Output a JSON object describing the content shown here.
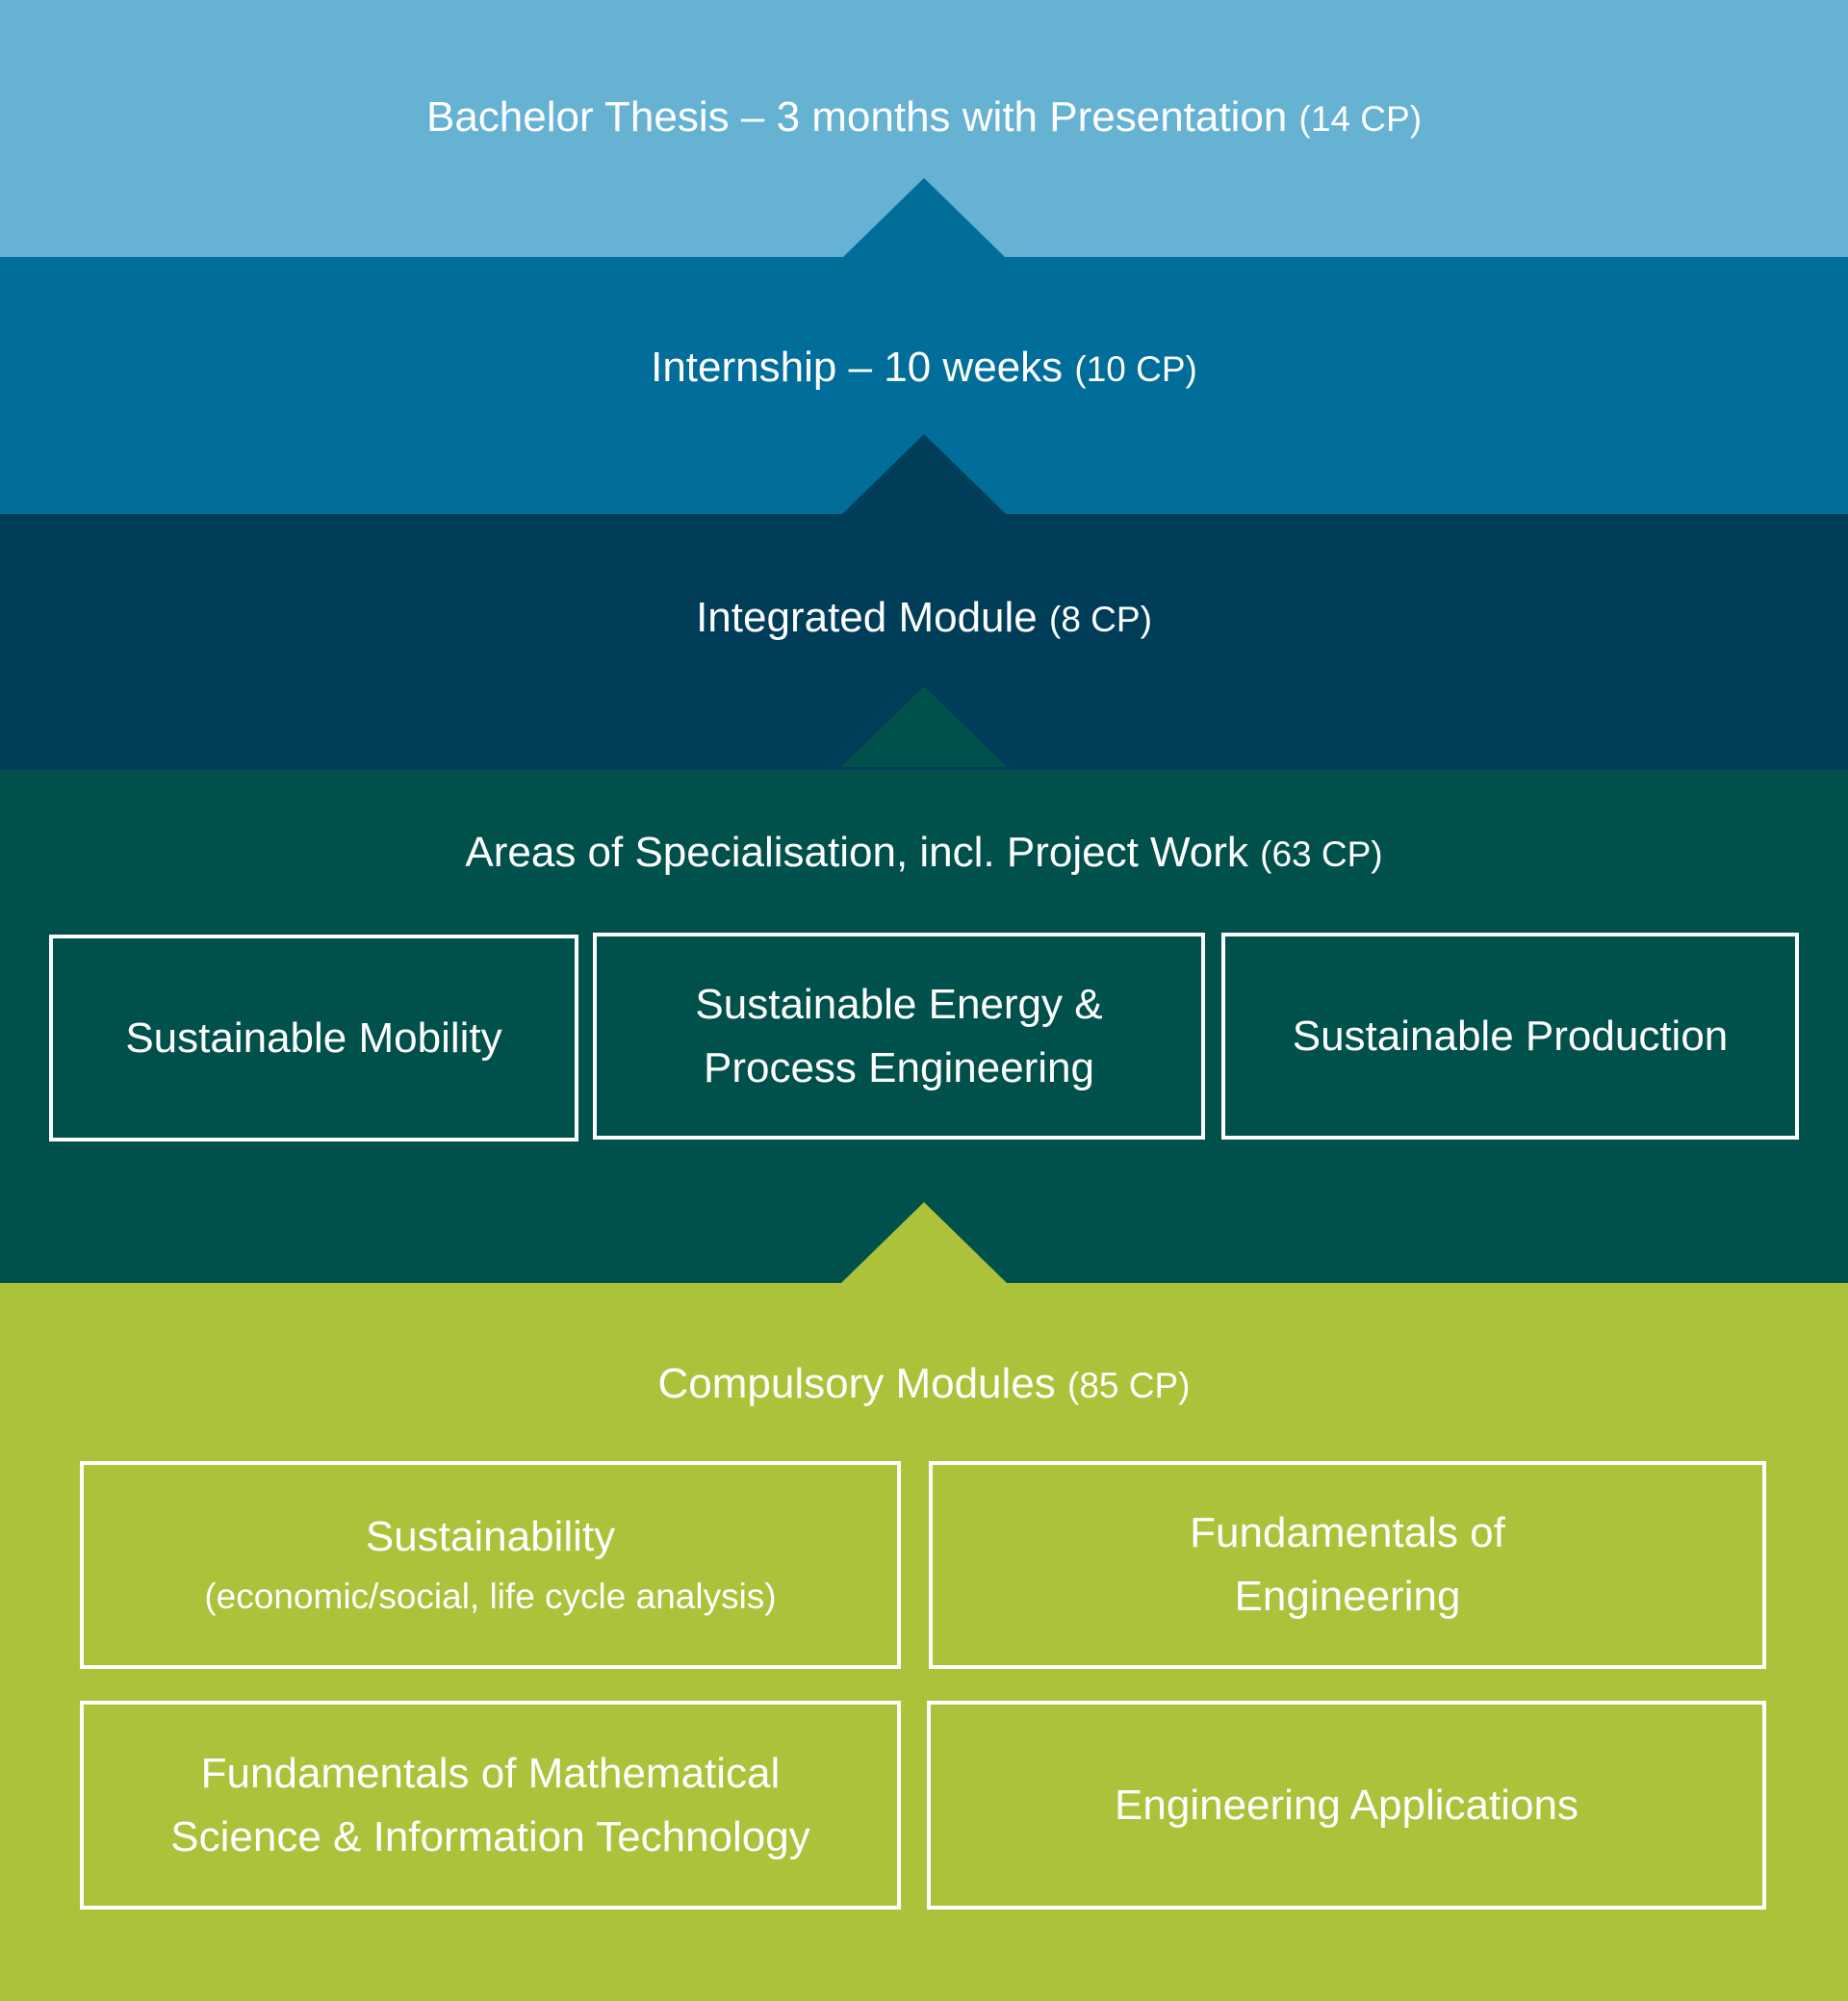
{
  "thesis": {
    "title": "Bachelor Thesis – 3 months with Presentation",
    "cp": "(14 CP)"
  },
  "internship": {
    "title": "Internship – 10 weeks",
    "cp": "(10 CP)"
  },
  "integrated": {
    "title": "Integrated Module",
    "cp": "(8 CP)"
  },
  "specialisation": {
    "title": "Areas of Specialisation, incl. Project Work",
    "cp": "(63 CP)",
    "areas": [
      {
        "line1": "Sustainable Mobility"
      },
      {
        "line1": "Sustainable Energy &",
        "line2": "Process Engineering"
      },
      {
        "line1": "Sustainable Production"
      }
    ]
  },
  "compulsory": {
    "title": "Compulsory Modules",
    "cp": "(85 CP)",
    "modules": [
      {
        "line1": "Sustainability",
        "sub": "(economic/social, life cycle analysis)"
      },
      {
        "line1": "Fundamentals of",
        "line2": "Engineering"
      },
      {
        "line1": "Fundamentals of Mathematical",
        "line2": "Science & Information Technology"
      },
      {
        "line1": "Engineering Applications"
      }
    ]
  },
  "colors": {
    "thesis": "#65b2d3",
    "internship": "#006d9b",
    "integrated": "#003d59",
    "specialisation": "#00514b",
    "compulsory": "#abc23a"
  }
}
